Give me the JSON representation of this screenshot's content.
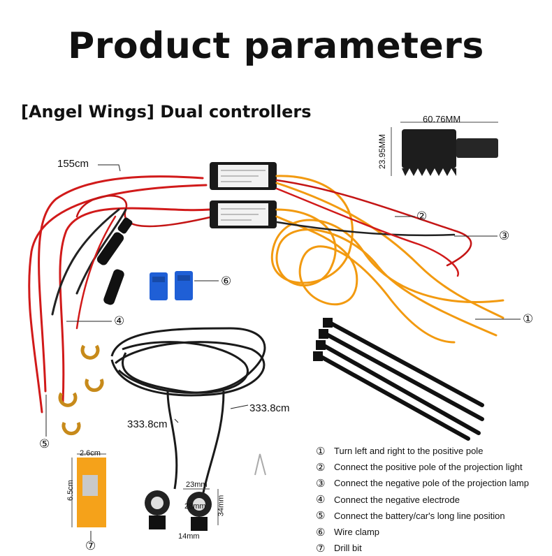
{
  "title": "Product parameters",
  "subtitle": "[Angel Wings] Dual controllers",
  "dimensions": {
    "cable_length_1": "155cm",
    "cable_length_2": "333.8cm",
    "cable_length_3": "333.8cm",
    "drill_bit_width": "60.76MM",
    "drill_bit_height": "23.95MM",
    "lamp_width": "23mm",
    "lamp_inner": "28mm",
    "lamp_height": "34mm",
    "lamp_base": "14mm",
    "box_width": "2.6cm",
    "box_height": "6.5cm"
  },
  "callouts": {
    "c1": "①",
    "c2": "②",
    "c3": "③",
    "c4": "④",
    "c5": "⑤",
    "c6": "⑥",
    "c7": "⑦"
  },
  "legend": [
    {
      "num": "①",
      "text": "Turn left and right to the positive pole"
    },
    {
      "num": "②",
      "text": "Connect the positive pole of the projection light"
    },
    {
      "num": "③",
      "text": "Connect the negative pole of the projection lamp"
    },
    {
      "num": "④",
      "text": "Connect the negative electrode"
    },
    {
      "num": "⑤",
      "text": "Connect the battery/car's long line position"
    },
    {
      "num": "⑥",
      "text": "Wire clamp"
    },
    {
      "num": "⑦",
      "text": "Drill bit"
    }
  ]
}
